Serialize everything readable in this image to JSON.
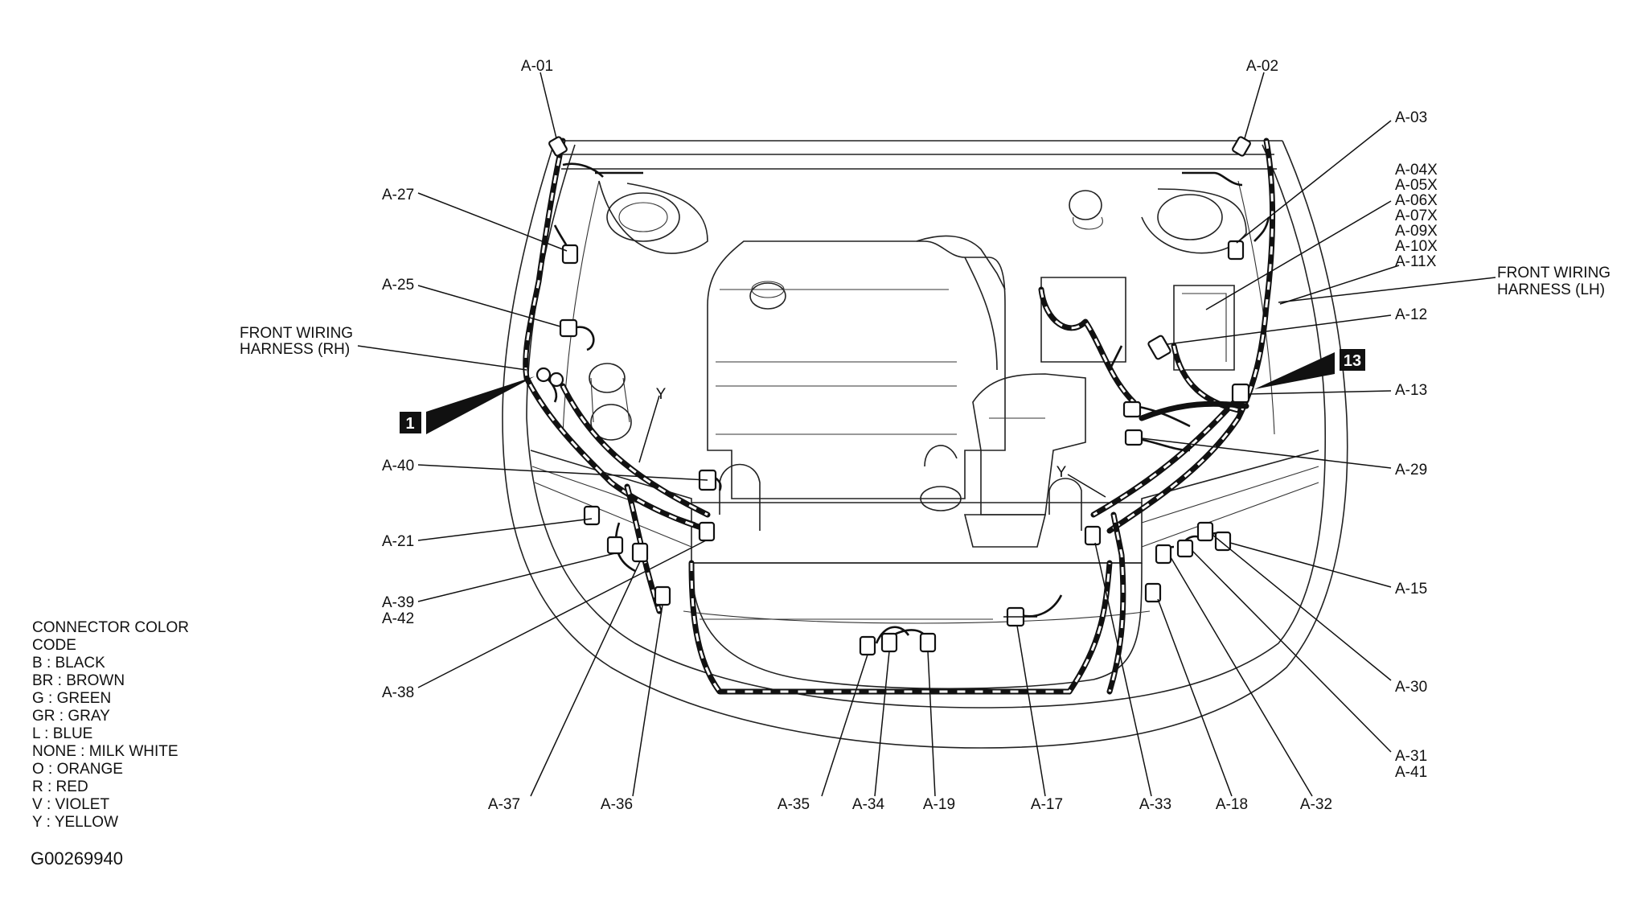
{
  "connector_labels": {
    "a01": "A-01",
    "a02": "A-02",
    "a03": "A-03",
    "a04_group": [
      "A-04X",
      "A-05X",
      "A-06X",
      "A-07X",
      "A-09X",
      "A-10X",
      "A-11X"
    ],
    "a12": "A-12",
    "a13": "A-13",
    "a15": "A-15",
    "a17": "A-17",
    "a18": "A-18",
    "a19": "A-19",
    "a21": "A-21",
    "a25": "A-25",
    "a27": "A-27",
    "a29": "A-29",
    "a30": "A-30",
    "a31_41": [
      "A-31",
      "A-41"
    ],
    "a32": "A-32",
    "a33": "A-33",
    "a34": "A-34",
    "a35": "A-35",
    "a36": "A-36",
    "a37": "A-37",
    "a38": "A-38",
    "a39_42": [
      "A-39",
      "A-42"
    ],
    "a40": "A-40"
  },
  "harness_labels": {
    "rh": [
      "FRONT WIRING",
      "HARNESS (RH)"
    ],
    "lh": [
      "FRONT WIRING",
      "HARNESS (LH)"
    ]
  },
  "wire_color_marks": {
    "left": "Y",
    "right": "Y"
  },
  "badges": {
    "left": "1",
    "right": "13"
  },
  "legend": {
    "title_lines": [
      "CONNECTOR COLOR",
      "CODE"
    ],
    "entries": [
      "B : BLACK",
      "BR : BROWN",
      "G : GREEN",
      "GR : GRAY",
      "L : BLUE",
      "NONE : MILK WHITE",
      "O : ORANGE",
      "R : RED",
      "V : VIOLET",
      "Y : YELLOW"
    ]
  },
  "figure_code": "G00269940"
}
